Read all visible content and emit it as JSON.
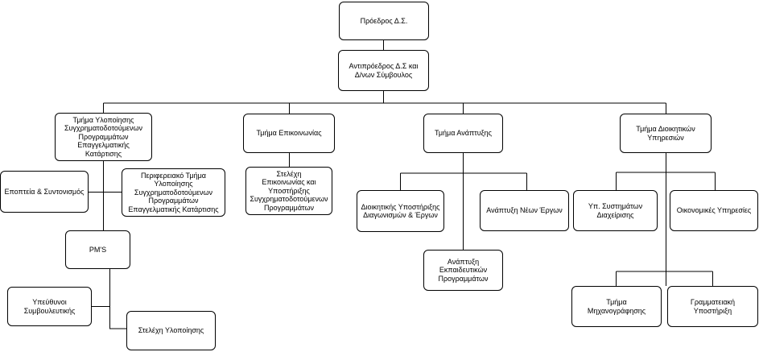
{
  "nodes": {
    "chairman": "Πρόεδρος Δ.Σ.",
    "vice_chairman": "Αντιπρόεδρος Δ.Σ και\nΔ/νων Σύμβουλος",
    "implementation_dept": "Τμήμα Υλοποίησης\nΣυγχρηματοδοτούμενων\nΠρογραμμάτων\nΕπαγγελματικής\nΚατάρτισης",
    "supervision": "Εποπτεία & Συντονισμός",
    "regional_dept": "Περιφερειακό Τμήμα\nΥλοποίησης\nΣυγχρηματοδοτούμενων\nΠρογραμμάτων\nΕπαγγελματικής Κατάρτισης",
    "pms": "PM'S",
    "consultancy": "Υπεύθυνοι\nΣυμβουλευτικής",
    "implementation_staff": "Στελέχη Υλοποίησης",
    "communication_dept": "Τμήμα Επικοινωνίας",
    "communication_staff": "Στελέχη\nΕπικοινωνίας και\nΥποστήριξης\nΣυγχρηματοδοτούμενων\nΠρογραμμάτων",
    "development_dept": "Τμήμα Ανάπτυξης",
    "admin_support": "Διοικητικής Υποστήριξης\nΔιαγωνισμών & Έργων",
    "new_projects": "Ανάπτυξη Νέων Έργων",
    "educational_programs": "Ανάπτυξη\nΕκπαιδευτικών\nΠρογραμμάτων",
    "admin_services_dept": "Τμήμα Διοικητικών\nΥπηρεσιών",
    "management_systems": "Υπ. Συστημάτων\nΔιαχείρισης",
    "financial_services": "Οικονομικές Υπηρεσίες",
    "computerization": "Τμήμα\nΜηχανογράφησης",
    "secretarial_support": "Γραμματειακή\nΥποστήριξη"
  }
}
